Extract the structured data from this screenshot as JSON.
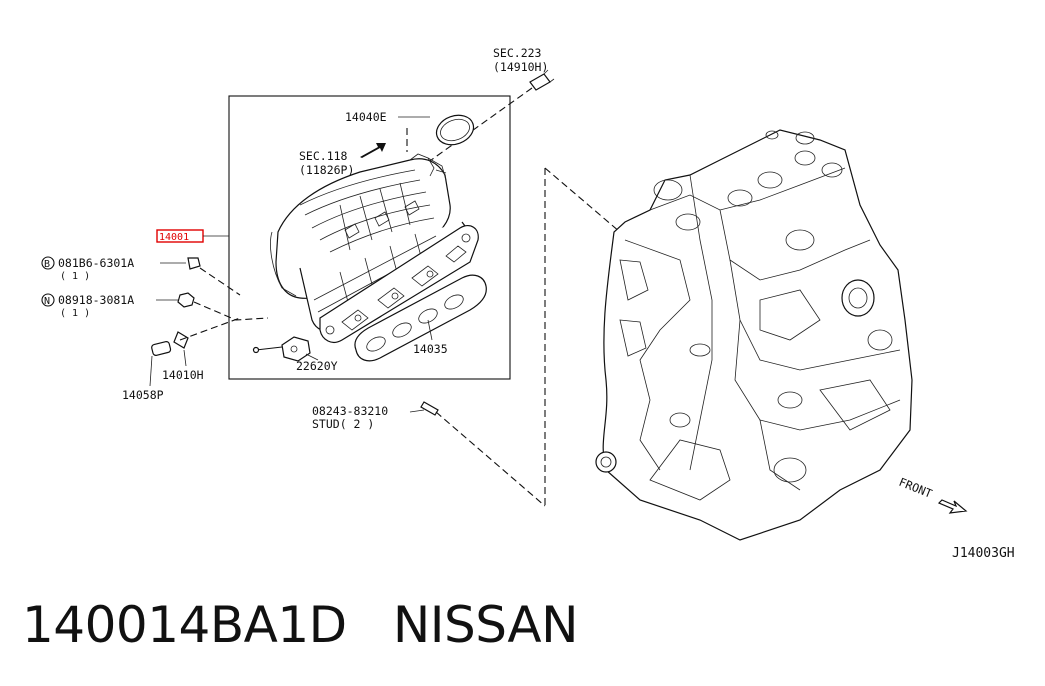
{
  "diagram": {
    "sec223": {
      "title": "SEC.223",
      "ref": "(14910H)"
    },
    "label_14040E": "14040E",
    "sec118": {
      "title": "SEC.118",
      "ref": "(11826P)"
    },
    "highlight_part": "14001",
    "bolt": {
      "circle": "B",
      "number": "081B6-6301A",
      "qty": "( 1 )"
    },
    "nut": {
      "circle": "N",
      "number": "08918-3081A",
      "qty": "( 1 )"
    },
    "label_14010H": "14010H",
    "label_14058P": "14058P",
    "label_22620Y": "22620Y",
    "label_14035": "14035",
    "stud": {
      "number": "08243-83210",
      "desc": "STUD( 2 )"
    },
    "front": "FRONT",
    "figure_code": "J14003GH"
  },
  "footer": {
    "part_number": "140014BA1D",
    "brand": "NISSAN"
  },
  "colors": {
    "highlight": "#e00000",
    "ink": "#111111"
  }
}
